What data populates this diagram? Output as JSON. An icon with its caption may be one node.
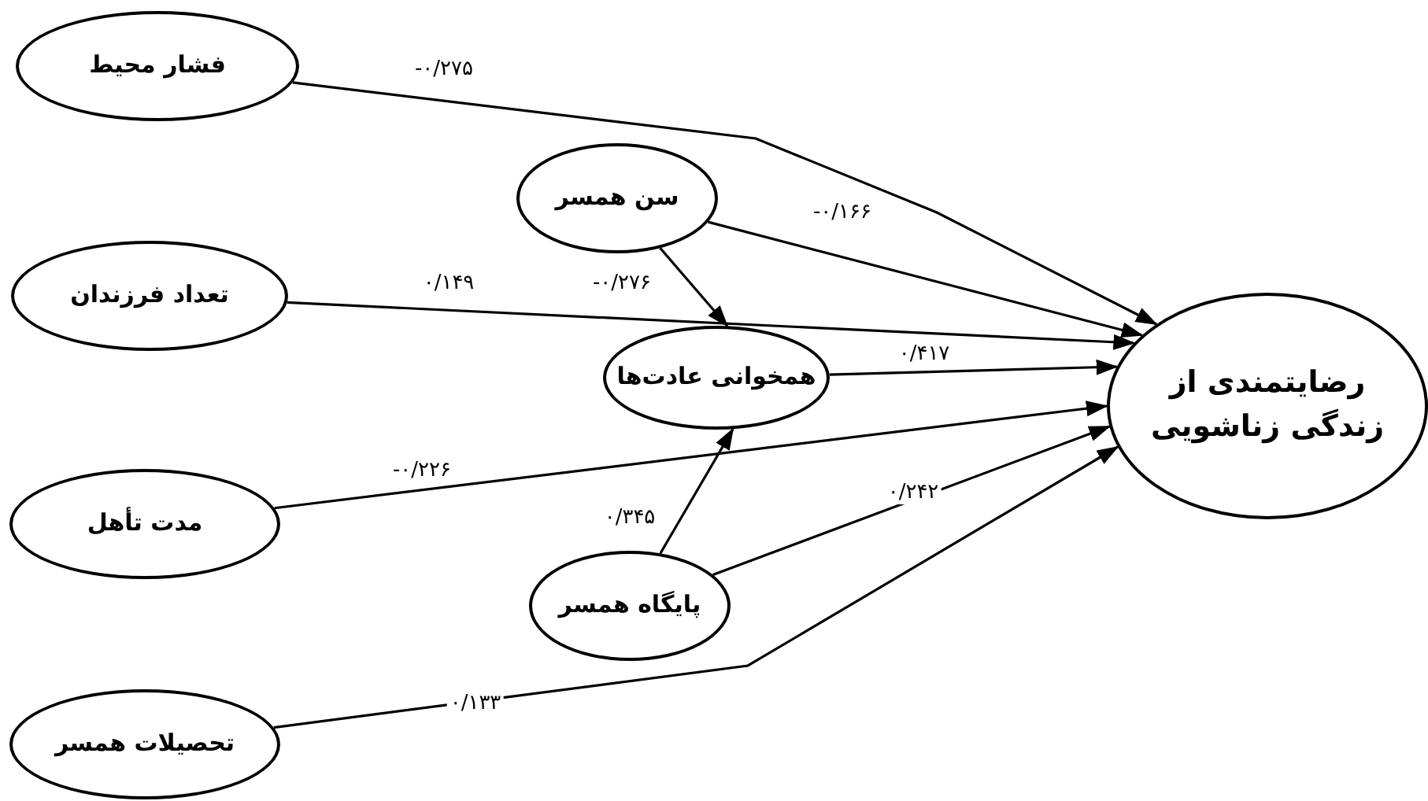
{
  "diagram": {
    "nodes": [
      {
        "text": [
          "فشار محیط"
        ]
      },
      {
        "text": [
          "سن همسر"
        ]
      },
      {
        "text": [
          "تعداد فرزندان"
        ]
      },
      {
        "text": [
          "همخوانی عادت‌ها"
        ]
      },
      {
        "text": [
          "رضایتمندی از زندگی زناشویی"
        ]
      },
      {
        "text": [
          "مدت تأهل"
        ]
      },
      {
        "text": [
          "پایگاه همسر"
        ]
      },
      {
        "text": [
          "تحصیلات همسر"
        ]
      }
    ],
    "edges": [
      {
        "from": 0,
        "to": 4,
        "arrow": "to",
        "label": "-۰/۲۷۵"
      },
      {
        "from": 1,
        "to": 3,
        "arrow": "to",
        "label": "-۰/۲۷۶"
      },
      {
        "from": 1,
        "to": 4,
        "arrow": "to",
        "label": "-۰/۱۶۶"
      },
      {
        "from": 2,
        "to": 4,
        "arrow": "to",
        "label": "۰/۱۴۹"
      },
      {
        "from": 3,
        "to": 4,
        "arrow": "to",
        "label": "۰/۴۱۷"
      },
      {
        "from": 5,
        "to": 4,
        "arrow": "to",
        "label": "-۰/۲۲۶"
      },
      {
        "from": 6,
        "to": 3,
        "arrow": "to",
        "label": "۰/۳۴۵"
      },
      {
        "from": 6,
        "to": 4,
        "arrow": "to",
        "label": "۰/۲۴۲"
      },
      {
        "from": 7,
        "to": 4,
        "arrow": "to",
        "label": "۰/۱۳۳"
      }
    ]
  }
}
